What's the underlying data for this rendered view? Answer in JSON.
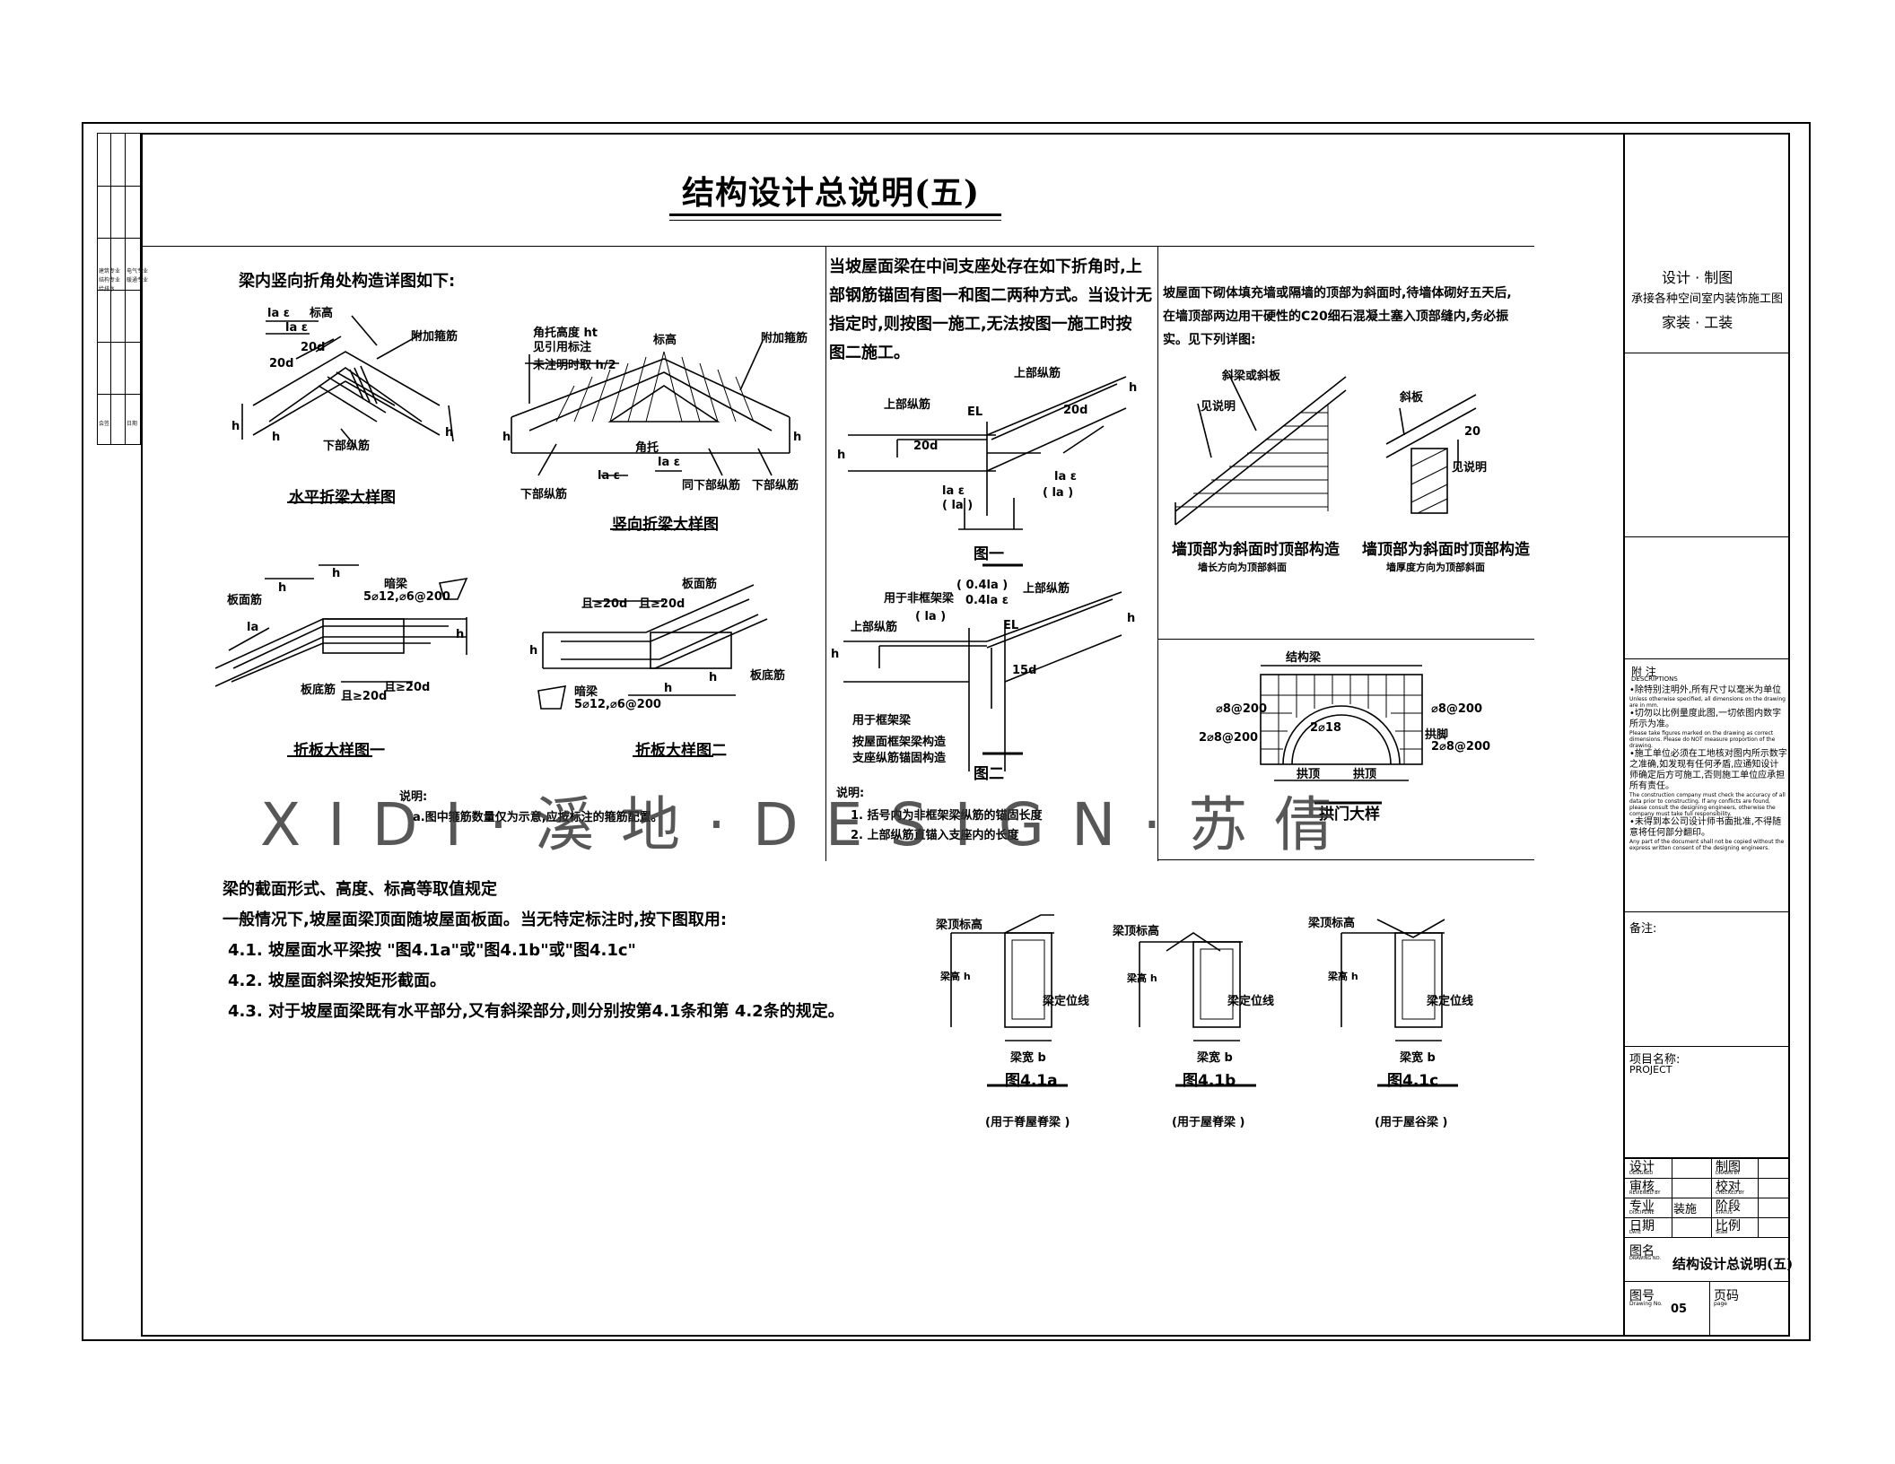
{
  "title": "结构设计总说明(五)",
  "watermark": "XIDI·溪地·DESIGN·苏倩",
  "left_strip": {
    "labels_top": [
      "建筑专业",
      "结构专业",
      "给排水",
      "电气专业",
      "暖通专业"
    ],
    "labels_bottom": [
      "会签",
      "日期"
    ]
  },
  "panel1": {
    "heading": "梁内竖向折角处构造详图如下:",
    "fig_horizontal": {
      "caption": "水平折梁大样图",
      "labels": [
        "标高",
        "附加箍筋",
        "la ε",
        "la ε",
        "20d",
        "20d",
        "下部纵筋",
        "h",
        "h",
        "h"
      ]
    },
    "fig_vertical": {
      "caption": "竖向折梁大样图",
      "labels": [
        "角托高度 ht",
        "见引用标注",
        "未注明时取 h/2",
        "标高",
        "附加箍筋",
        "角托",
        "la ε",
        "la ε",
        "下部纵筋",
        "同下部纵筋",
        "下部纵筋",
        "h",
        "h"
      ]
    },
    "fig_slab1": {
      "caption": "折板大样图一",
      "labels": [
        "暗梁",
        "5⌀12,⌀6@200",
        "板面筋",
        "板底筋",
        "la",
        "h",
        "h",
        "h",
        "且≥20d",
        "且≥20d"
      ]
    },
    "fig_slab2": {
      "caption": "折板大样图二",
      "labels": [
        "板面筋",
        "且≥20d",
        "且≥20d",
        "板底筋",
        "暗梁",
        "5⌀12,⌀6@200",
        "h",
        "h",
        "h"
      ]
    },
    "note_title": "说明:",
    "note": "a.图中箍筋数量仅为示意,应按标注的箍筋配置。"
  },
  "panel2": {
    "text": [
      "当坡屋面梁在中间支座处存在如下折角时,上",
      "部钢筋锚固有图一和图二两种方式。当设计无",
      "指定时,则按图一施工,无法按图一施工时按",
      "图二施工。"
    ],
    "fig1": {
      "caption": "图一",
      "labels": [
        "上部纵筋",
        "上部纵筋",
        "EL",
        "20d",
        "20d",
        "la ε",
        "( la )",
        "la ε",
        "( la )",
        "h",
        "h"
      ]
    },
    "fig2": {
      "caption": "图二",
      "labels": [
        "用于非框架梁",
        "( la )",
        "( 0.4la )",
        "0.4la ε",
        "上部纵筋",
        "上部纵筋",
        "EL",
        "15d",
        "用于框架梁",
        "按屋面框架梁构造",
        "支座纵筋锚固构造",
        "h",
        "h"
      ]
    },
    "note_title": "说明:",
    "notes": [
      "1. 括号内为非框架梁纵筋的锚固长度",
      "2. 上部纵筋直锚入支座内的长度"
    ]
  },
  "panel3": {
    "text": [
      "坡屋面下砌体填充墙或隔墙的顶部为斜面时,待墙体砌好五天后,",
      "在墙顶部两边用干硬性的C20细石混凝土塞入顶部缝内,务必振",
      "实。见下列详图:"
    ],
    "fig_a": {
      "labels": [
        "斜梁或斜板",
        "见说明"
      ],
      "caption": "墙顶部为斜面时顶部构造",
      "sub": "墙长方向为顶部斜面"
    },
    "fig_b": {
      "labels": [
        "斜板",
        "见说明",
        "20"
      ],
      "caption": "墙顶部为斜面时顶部构造",
      "sub": "墙厚度方向为顶部斜面"
    },
    "arch": {
      "labels": [
        "结构梁",
        "⌀8@200",
        "2⌀8@200",
        "2⌀18",
        "⌀8@200",
        "2⌀8@200",
        "拱顶",
        "拱顶",
        "拱脚"
      ],
      "caption": "拱门大样"
    }
  },
  "panel4": {
    "heading": "梁的截面形式、高度、标高等取值规定",
    "lines": [
      "一般情况下,坡屋面梁顶面随坡屋面板面。",
      "4.1. 坡屋面水平梁按 \"图4.1a\"或\"图4.1b\"或\"图4.1c\"",
      "4.2. 坡屋面斜梁按矩形截面。",
      "4.3. 对于坡屋面梁既有水平部分,又有斜梁部分,则分别按第4.1条和第 4.2条的规定。"
    ],
    "aside": "当无特定标注时,按下图取用:"
  },
  "sections": [
    {
      "top_label": "梁顶标高",
      "side_label": "梁高 h",
      "pos_label": "梁定位线",
      "width_label": "梁宽 b",
      "caption": "图4.1a",
      "sub": "(用于脊屋脊梁 )"
    },
    {
      "top_label": "梁顶标高",
      "side_label": "梁高 h",
      "pos_label": "梁定位线",
      "width_label": "梁宽 b",
      "caption": "图4.1b",
      "sub": "(用于屋脊梁 )"
    },
    {
      "top_label": "梁顶标高",
      "side_label": "梁高 h",
      "pos_label": "梁定位线",
      "width_label": "梁宽 b",
      "caption": "图4.1c",
      "sub": "(用于屋谷梁 )"
    }
  ],
  "title_block": {
    "company": [
      "设计 · 制图",
      "承接各种空间室内装饰施工图",
      "家装 · 工装"
    ],
    "notes_title": "附 注",
    "notes_title_en": "DESCRIPTIONS",
    "notes": [
      "•除特别注明外,所有尺寸以毫米为单位",
      "Unless otherwise specified, all dimensions on the drawing are in mm.",
      "•切勿以比例量度此图,一切依图内数字所示为准。",
      "Please take figures marked on the drawing as correct dimensions. Please do NOT measure proportion of the drawing.",
      "•施工单位必须在工地核对图内所示数字之准确,如发现有任何矛盾,应通知设计师确定后方可施工,否则施工单位应承担所有责任。",
      "The construction company must check the accuracy of all data prior to constructing. If any conflicts are found, please consult the designing engineers, otherwise the company must take full responsibility.",
      "•未得到本公司设计师书面批准,不得随意将任何部分翻印。",
      "Any part of the document shall not be copied without the express written consent of the designing engineers."
    ],
    "remarks_label": "备注:",
    "project_label": "项目名称:",
    "project_label_en": "PROJECT",
    "rows": [
      {
        "k1": "设计",
        "k1_en": "DESIGNED",
        "v1": "",
        "k2": "制图",
        "k2_en": "DRAWN BY",
        "v2": ""
      },
      {
        "k1": "审核",
        "k1_en": "REVIEWED BY",
        "v1": "",
        "k2": "校对",
        "k2_en": "CHECKED BY",
        "v2": ""
      },
      {
        "k1": "专业",
        "k1_en": "DISCIPLINE",
        "v1": "装施",
        "k2": "阶段",
        "k2_en": "STATUS",
        "v2": ""
      },
      {
        "k1": "日期",
        "k1_en": "DATE",
        "v1": "",
        "k2": "比例",
        "k2_en": "Scale",
        "v2": ""
      }
    ],
    "drawing_name_label": "图名",
    "drawing_name_label_en": "DRAWING NO.",
    "drawing_name": "结构设计总说明(五)",
    "drawing_no_label": "图号",
    "drawing_no_label_en": "Drawing No.",
    "drawing_no": "05",
    "page_label": "页码",
    "page_label_en": "page"
  }
}
